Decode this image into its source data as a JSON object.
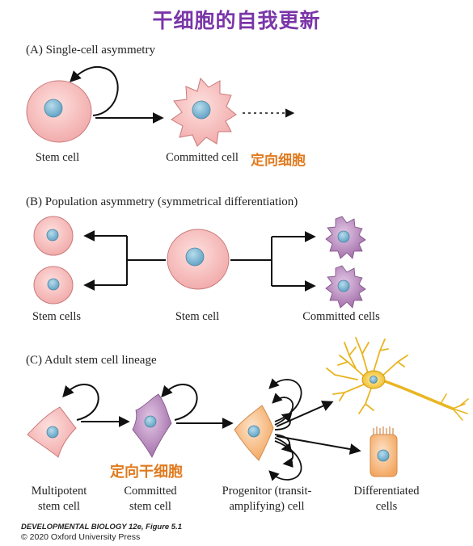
{
  "title": "干细胞的自我更新",
  "panel_a": {
    "heading": "(A)  Single-cell asymmetry",
    "stem_cell_label": "Stem cell",
    "committed_cell_label": "Committed cell",
    "annotation": "定向细胞"
  },
  "panel_b": {
    "heading": "(B)  Population asymmetry (symmetrical differentiation)",
    "stem_cells_label": "Stem cells",
    "stem_cell_label": "Stem cell",
    "committed_cells_label": "Committed cells"
  },
  "panel_c": {
    "heading": "(C)  Adult stem cell lineage",
    "multipotent_label_1": "Multipotent",
    "multipotent_label_2": "stem cell",
    "committed_label_1": "Committed",
    "committed_label_2": "stem cell",
    "progenitor_label_1": "Progenitor (transit-",
    "progenitor_label_2": "amplifying) cell",
    "differentiated_label_1": "Differentiated",
    "differentiated_label_2": "cells",
    "annotation": "定向干细胞"
  },
  "credit": {
    "figure": "DEVELOPMENTAL BIOLOGY 12e, Figure 5.1",
    "copyright": "© 2020 Oxford University Press"
  },
  "colors": {
    "title": "#7a35a8",
    "annotation": "#e07a1e",
    "stem_cell_fill": "#f6b9b9",
    "nucleus_fill": "#7fb6d1",
    "committed_cell_fill": "#b58ab9",
    "progenitor_fill": "#f6c191",
    "neuron_fill": "#f2c632"
  }
}
